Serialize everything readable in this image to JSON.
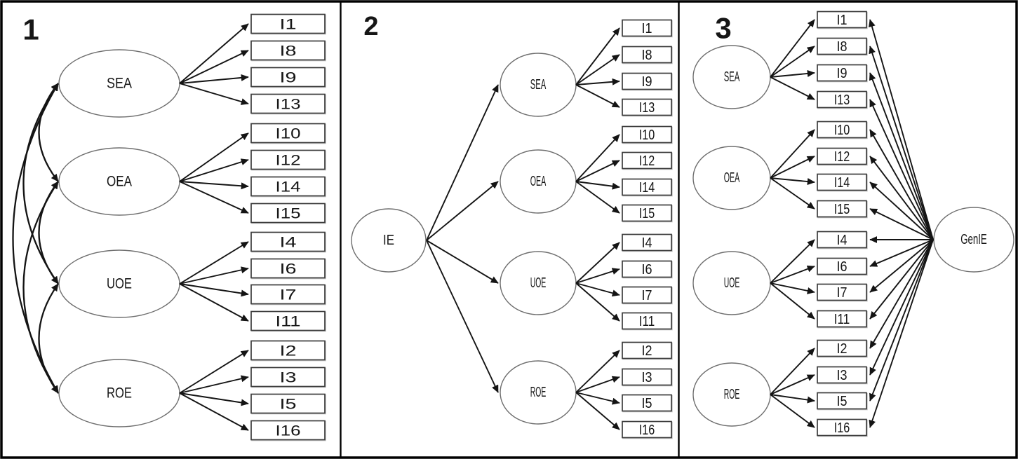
{
  "figure": {
    "background_color": "#ffffff",
    "line_color": "#141414",
    "border_color": "#000000",
    "panels": [
      {
        "number": "1",
        "factors": [
          {
            "label": "SEA",
            "indicators": [
              "I1",
              "I8",
              "I9",
              "I13"
            ]
          },
          {
            "label": "OEA",
            "indicators": [
              "I10",
              "I12",
              "I14",
              "I15"
            ]
          },
          {
            "label": "UOE",
            "indicators": [
              "I4",
              "I6",
              "I7",
              "I11"
            ]
          },
          {
            "label": "ROE",
            "indicators": [
              "I2",
              "I3",
              "I5",
              "I16"
            ]
          }
        ],
        "factor_correlations": [
          [
            "SEA",
            "OEA"
          ],
          [
            "OEA",
            "UOE"
          ],
          [
            "UOE",
            "ROE"
          ],
          [
            "SEA",
            "UOE"
          ],
          [
            "OEA",
            "ROE"
          ],
          [
            "SEA",
            "ROE"
          ]
        ]
      },
      {
        "number": "2",
        "higher_order_factor": "IE",
        "factors": [
          {
            "label": "SEA",
            "indicators": [
              "I1",
              "I8",
              "I9",
              "I13"
            ]
          },
          {
            "label": "OEA",
            "indicators": [
              "I10",
              "I12",
              "I14",
              "I15"
            ]
          },
          {
            "label": "UOE",
            "indicators": [
              "I4",
              "I6",
              "I7",
              "I11"
            ]
          },
          {
            "label": "ROE",
            "indicators": [
              "I2",
              "I3",
              "I5",
              "I16"
            ]
          }
        ]
      },
      {
        "number": "3",
        "general_factor": "GenIE",
        "factors": [
          {
            "label": "SEA",
            "indicators": [
              "I1",
              "I8",
              "I9",
              "I13"
            ]
          },
          {
            "label": "OEA",
            "indicators": [
              "I10",
              "I12",
              "I14",
              "I15"
            ]
          },
          {
            "label": "UOE",
            "indicators": [
              "I4",
              "I6",
              "I7",
              "I11"
            ]
          },
          {
            "label": "ROE",
            "indicators": [
              "I2",
              "I3",
              "I5",
              "I16"
            ]
          }
        ]
      }
    ]
  }
}
